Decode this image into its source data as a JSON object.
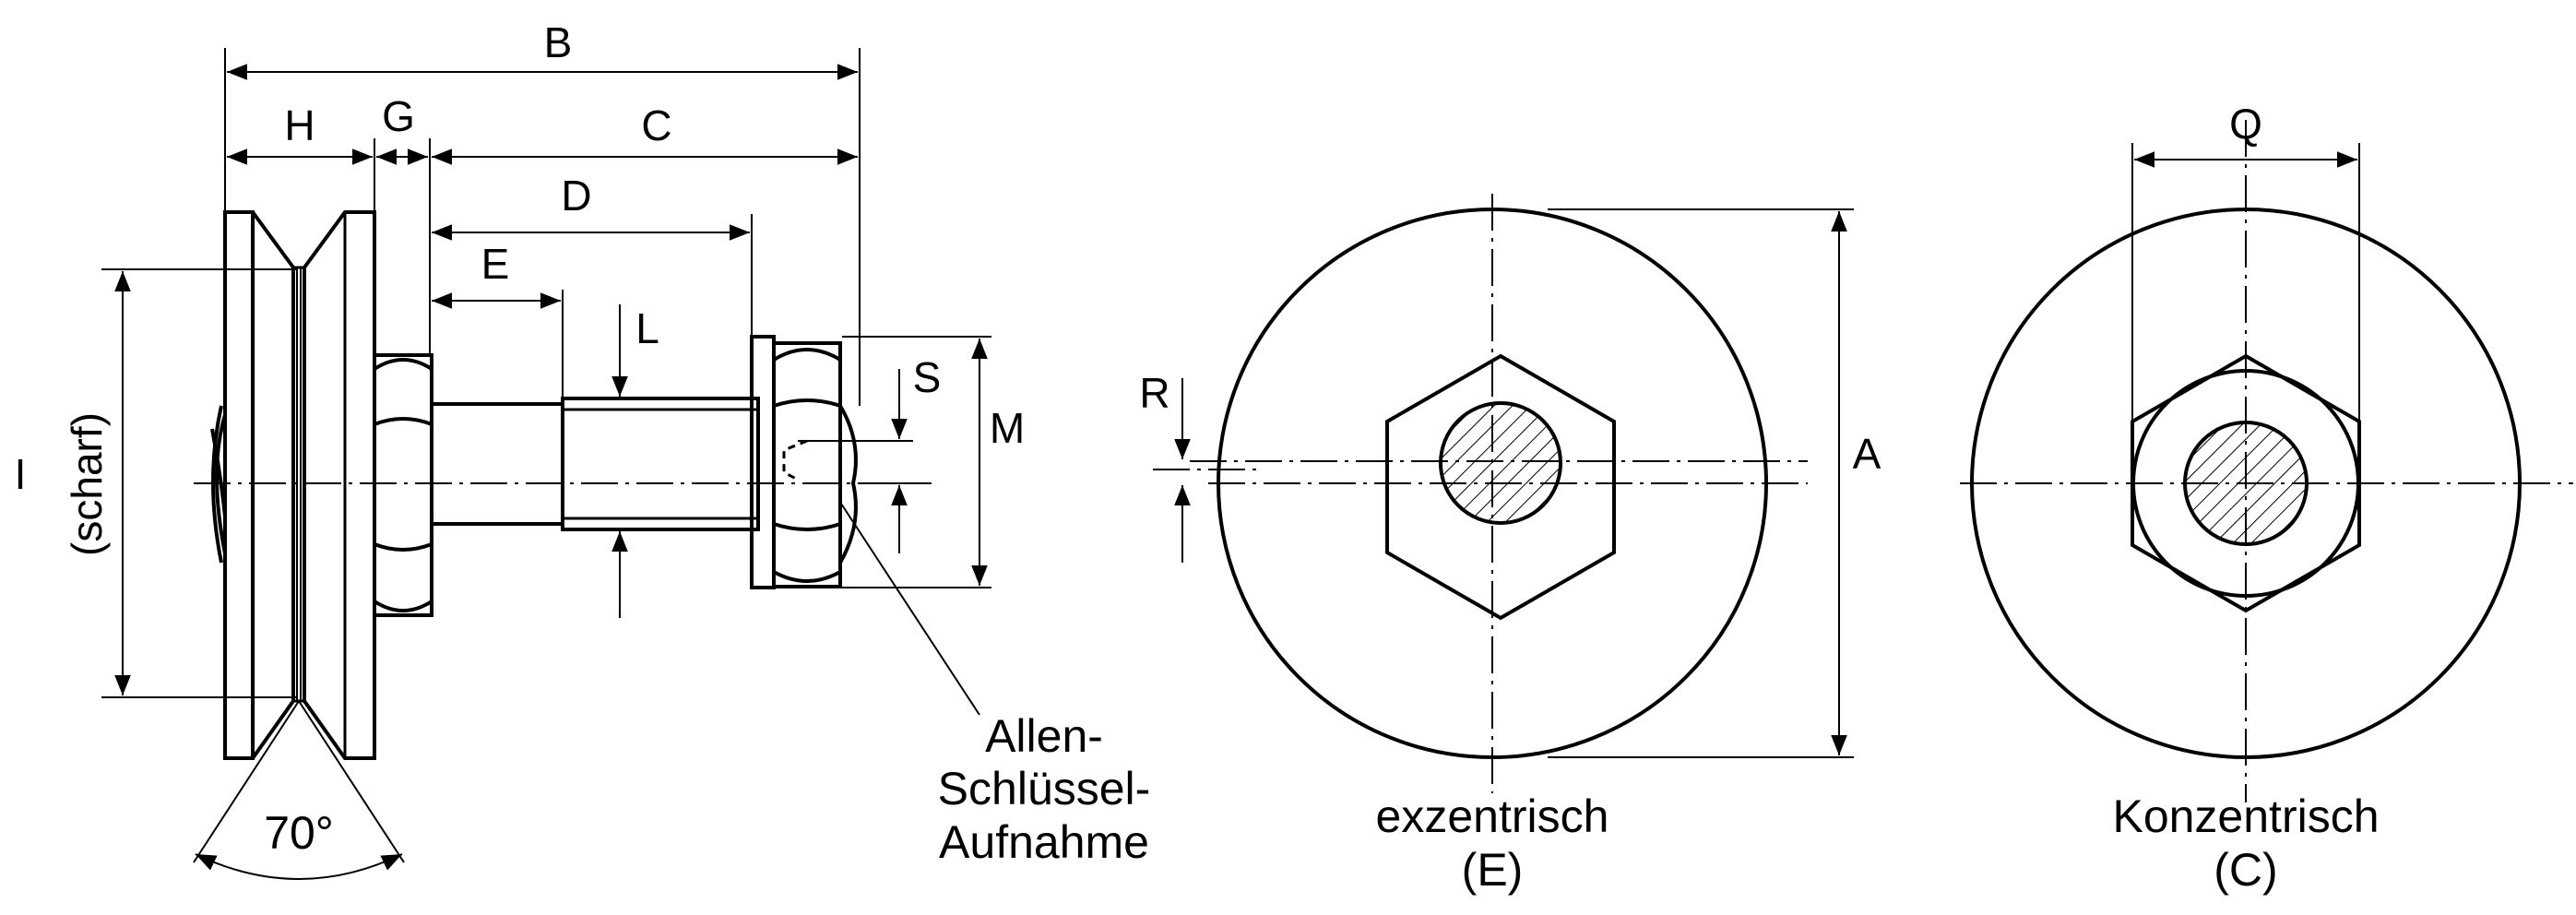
{
  "labels": {
    "B": "B",
    "H": "H",
    "G": "G",
    "C": "C",
    "D": "D",
    "E": "E",
    "L": "L",
    "S": "S",
    "M": "M",
    "R": "R",
    "A": "A",
    "Q": "Q",
    "I": "I",
    "scharf": "(scharf)",
    "angle": "70°",
    "allen_line1": "Allen-",
    "allen_line2": "Schlüssel-",
    "allen_line3": "Aufnahme",
    "exzentrisch": "exzentrisch",
    "exzentrisch_code": "(E)",
    "konzentrisch": "Konzentrisch",
    "konzentrisch_code": "(C)"
  }
}
